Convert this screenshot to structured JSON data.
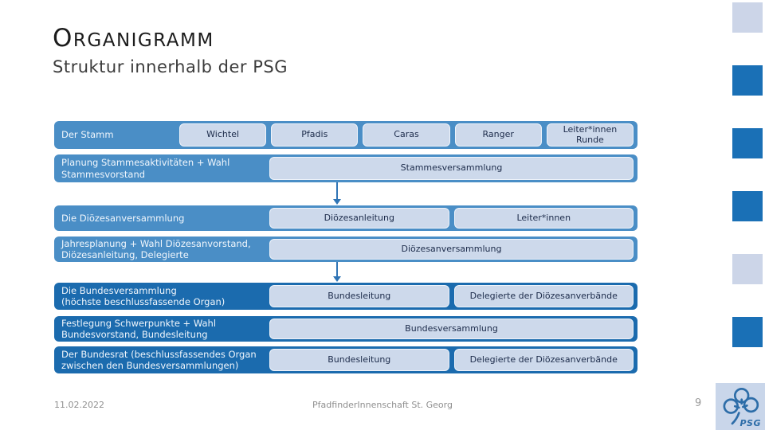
{
  "slide": {
    "title": "ORGANIGRAMM",
    "subtitle": "Struktur innerhalb der PSG"
  },
  "org_chart": {
    "rows": [
      {
        "label": "Der Stamm",
        "boxes": [
          "Wichtel",
          "Pfadis",
          "Caras",
          "Ranger",
          "Leiter*innen\nRunde"
        ]
      },
      {
        "label": "Planung Stammesaktivitäten + Wahl\nStammesvorstand",
        "boxes": [
          "Stammesversammlung"
        ]
      },
      {
        "label": "Die Diözesanversammlung",
        "boxes": [
          "Diözesanleitung",
          "Leiter*innen"
        ]
      },
      {
        "label": "Jahresplanung + Wahl Diözesanvorstand,\nDiözesanleitung, Delegierte",
        "boxes": [
          "Diözesanversammlung"
        ]
      },
      {
        "label": "Die Bundesversammlung\n(höchste beschlussfassende Organ)",
        "boxes": [
          "Bundesleitung",
          "Delegierte der Diözesanverbände"
        ]
      },
      {
        "label": "Festlegung Schwerpunkte + Wahl\nBundesvorstand, Bundesleitung",
        "boxes": [
          "Bundesversammlung"
        ]
      },
      {
        "label": "Der Bundesrat (beschlussfassendes Organ\nzwischen den Bundesversammlungen)",
        "boxes": [
          "Bundesleitung",
          "Delegierte der Diözesanverbände"
        ]
      }
    ]
  },
  "footer": {
    "date": "11.02.2022",
    "organization": "PfadfinderInnenschaft St. Georg",
    "page_number": "9"
  },
  "logo": {
    "text": "PSG"
  },
  "colors": {
    "row_medium_blue": "#4a8ec6",
    "row_dark_blue": "#1b6bae",
    "box_fill": "#cdd9eb",
    "box_text": "#1c2b4a",
    "arrow_blue": "#2f74b5",
    "deco_light": "#ccd5e8",
    "deco_dark": "#1a70b6",
    "logo_blue": "#2d6da8",
    "footer_gray": "#8f8f8f"
  }
}
